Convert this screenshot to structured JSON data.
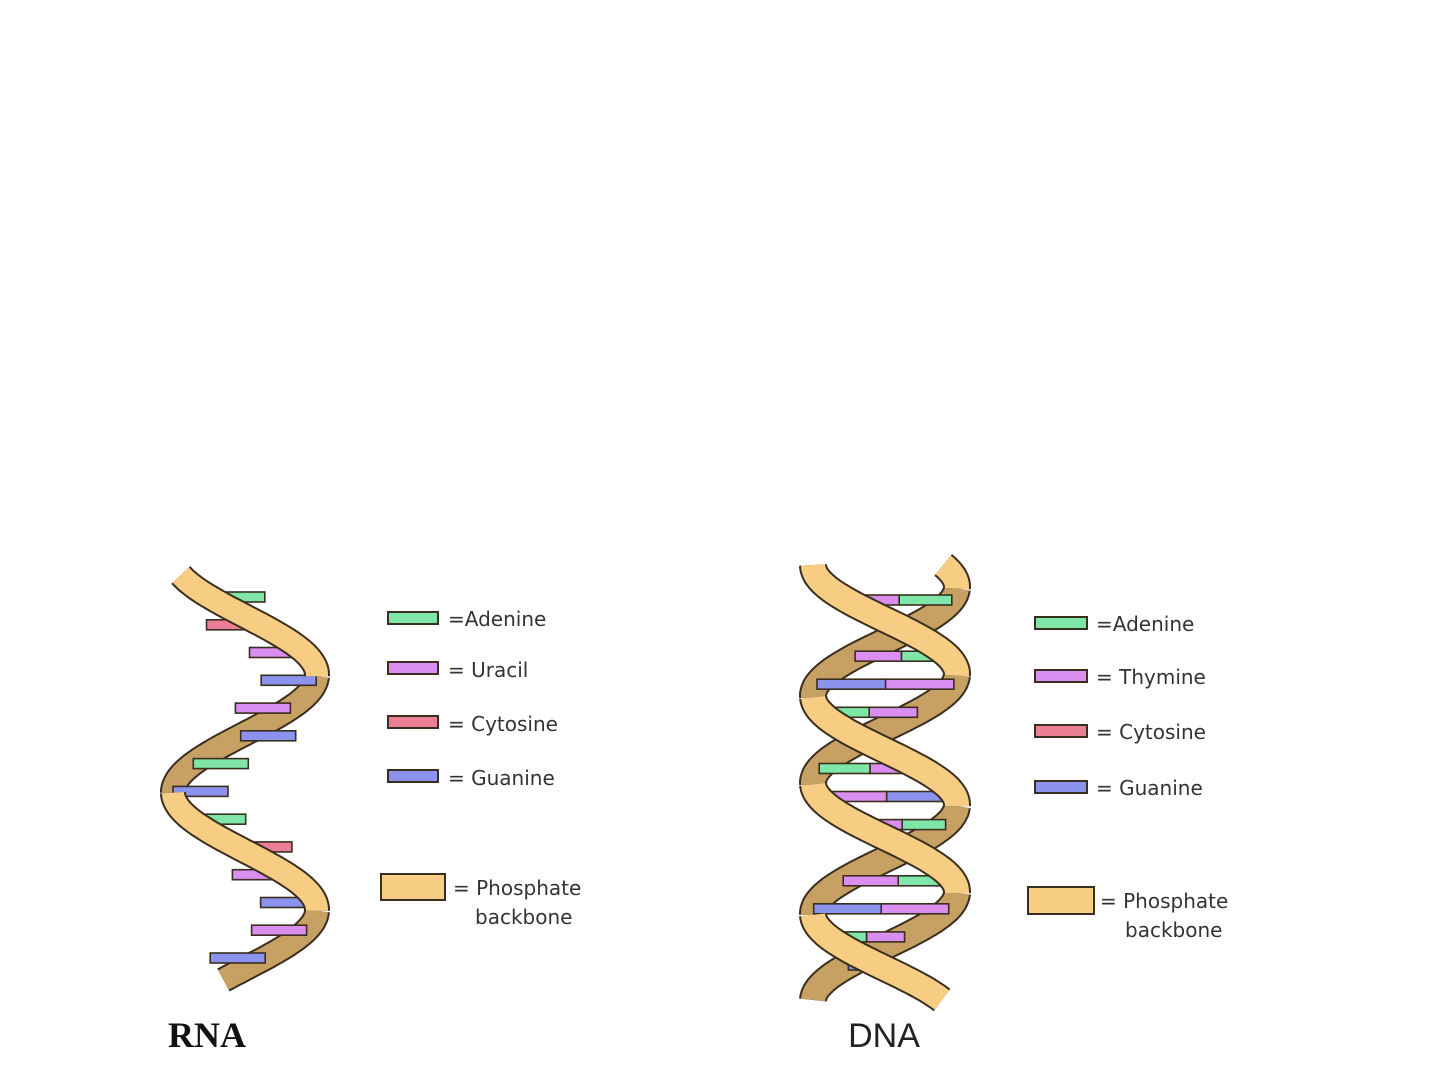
{
  "colors": {
    "adenine": "#7ee6a6",
    "uracil": "#d98ef0",
    "thymine": "#d98ef0",
    "cytosine": "#ec7f95",
    "guanine": "#8b93ee",
    "backbone_front": "#f7cd84",
    "backbone_back": "#c7a063",
    "outline": "#3a2e1e"
  },
  "rna": {
    "title": "RNA",
    "legend": [
      {
        "base": "adenine",
        "label": "=Adenine"
      },
      {
        "base": "uracil",
        "label": "= Uracil"
      },
      {
        "base": "cytosine",
        "label": "= Cytosine"
      },
      {
        "base": "guanine",
        "label": "= Guanine"
      }
    ],
    "backbone_label_1": "= Phosphate",
    "backbone_label_2": "backbone",
    "base_sequence": [
      "adenine",
      "cytosine",
      "uracil",
      "guanine",
      "uracil",
      "guanine",
      "adenine",
      "guanine",
      "adenine",
      "cytosine",
      "uracil",
      "guanine",
      "uracil",
      "guanine"
    ]
  },
  "dna": {
    "title": "DNA",
    "legend": [
      {
        "base": "adenine",
        "label": "=Adenine"
      },
      {
        "base": "thymine",
        "label": "= Thymine"
      },
      {
        "base": "cytosine",
        "label": "= Cytosine"
      },
      {
        "base": "guanine",
        "label": "= Guanine"
      }
    ],
    "backbone_label_1": "= Phosphate",
    "backbone_label_2": "backbone",
    "pair_sequence": [
      [
        "thymine",
        "adenine"
      ],
      [
        "guanine",
        "cytosine"
      ],
      [
        "adenine",
        "thymine"
      ],
      [
        "thymine",
        "guanine"
      ],
      [
        "thymine",
        "adenine"
      ],
      [
        "guanine",
        "cytosine"
      ],
      [
        "adenine",
        "thymine"
      ],
      [
        "thymine",
        "guanine"
      ],
      [
        "thymine",
        "adenine"
      ],
      [
        "guanine",
        "cytosine"
      ],
      [
        "adenine",
        "thymine"
      ],
      [
        "thymine",
        "guanine"
      ],
      [
        "thymine",
        "adenine"
      ],
      [
        "guanine",
        "cytosine"
      ]
    ]
  }
}
